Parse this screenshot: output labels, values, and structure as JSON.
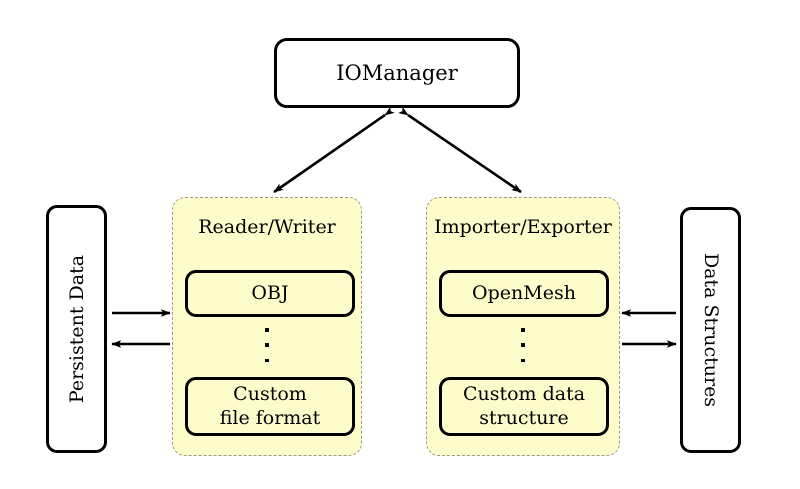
{
  "diagram": {
    "title_node": {
      "label": "IOManager"
    },
    "left_endpoint": {
      "label": "Persistent Data",
      "orientation": "rotated-ccw"
    },
    "right_endpoint": {
      "label": "Data Structures",
      "orientation": "rotated-cw"
    },
    "panels": [
      {
        "name": "reader-writer",
        "title": "Reader/Writer",
        "fill_color": "#fffccc",
        "border_color": "#9a9a8a",
        "border_style": "dashed",
        "items": [
          {
            "label": "OBJ"
          },
          {
            "label": "ellipsis"
          },
          {
            "label_line1": "Custom",
            "label_line2": "file format"
          }
        ]
      },
      {
        "name": "importer-exporter",
        "title": "Importer/Exporter",
        "fill_color": "#fffccc",
        "border_color": "#9a9a8a",
        "border_style": "dashed",
        "items": [
          {
            "label": "OpenMesh"
          },
          {
            "label": "ellipsis"
          },
          {
            "label_line1": "Custom data",
            "label_line2": "structure"
          }
        ]
      }
    ],
    "connections": [
      {
        "name": "iomanager-to-reader-writer",
        "style": "double-headed-diagonal"
      },
      {
        "name": "iomanager-to-importer-exporter",
        "style": "double-headed-diagonal"
      },
      {
        "name": "persistent-data-to-reader-writer",
        "style": "arrow-right"
      },
      {
        "name": "reader-writer-to-persistent-data",
        "style": "arrow-left"
      },
      {
        "name": "data-structures-to-importer-exporter",
        "style": "arrow-left"
      },
      {
        "name": "importer-exporter-to-data-structures",
        "style": "arrow-right"
      }
    ],
    "colors": {
      "stroke": "#000000",
      "panel_fill": "#fffccc",
      "panel_border": "#9a9a8a",
      "background": "#ffffff"
    }
  }
}
